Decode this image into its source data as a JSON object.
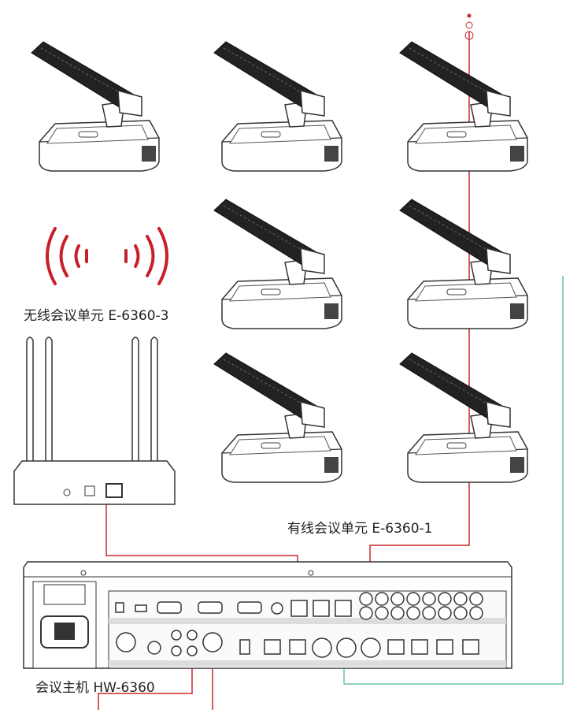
{
  "labels": {
    "wireless_unit": "无线会议单元 E-6360-3",
    "wired_unit": "有线会议单元 E-6360-1",
    "host": "会议主机  HW-6360"
  },
  "colors": {
    "cable_red": "#c8282d",
    "cable_green": "#6bbfa8",
    "signal": "#c8202a"
  }
}
